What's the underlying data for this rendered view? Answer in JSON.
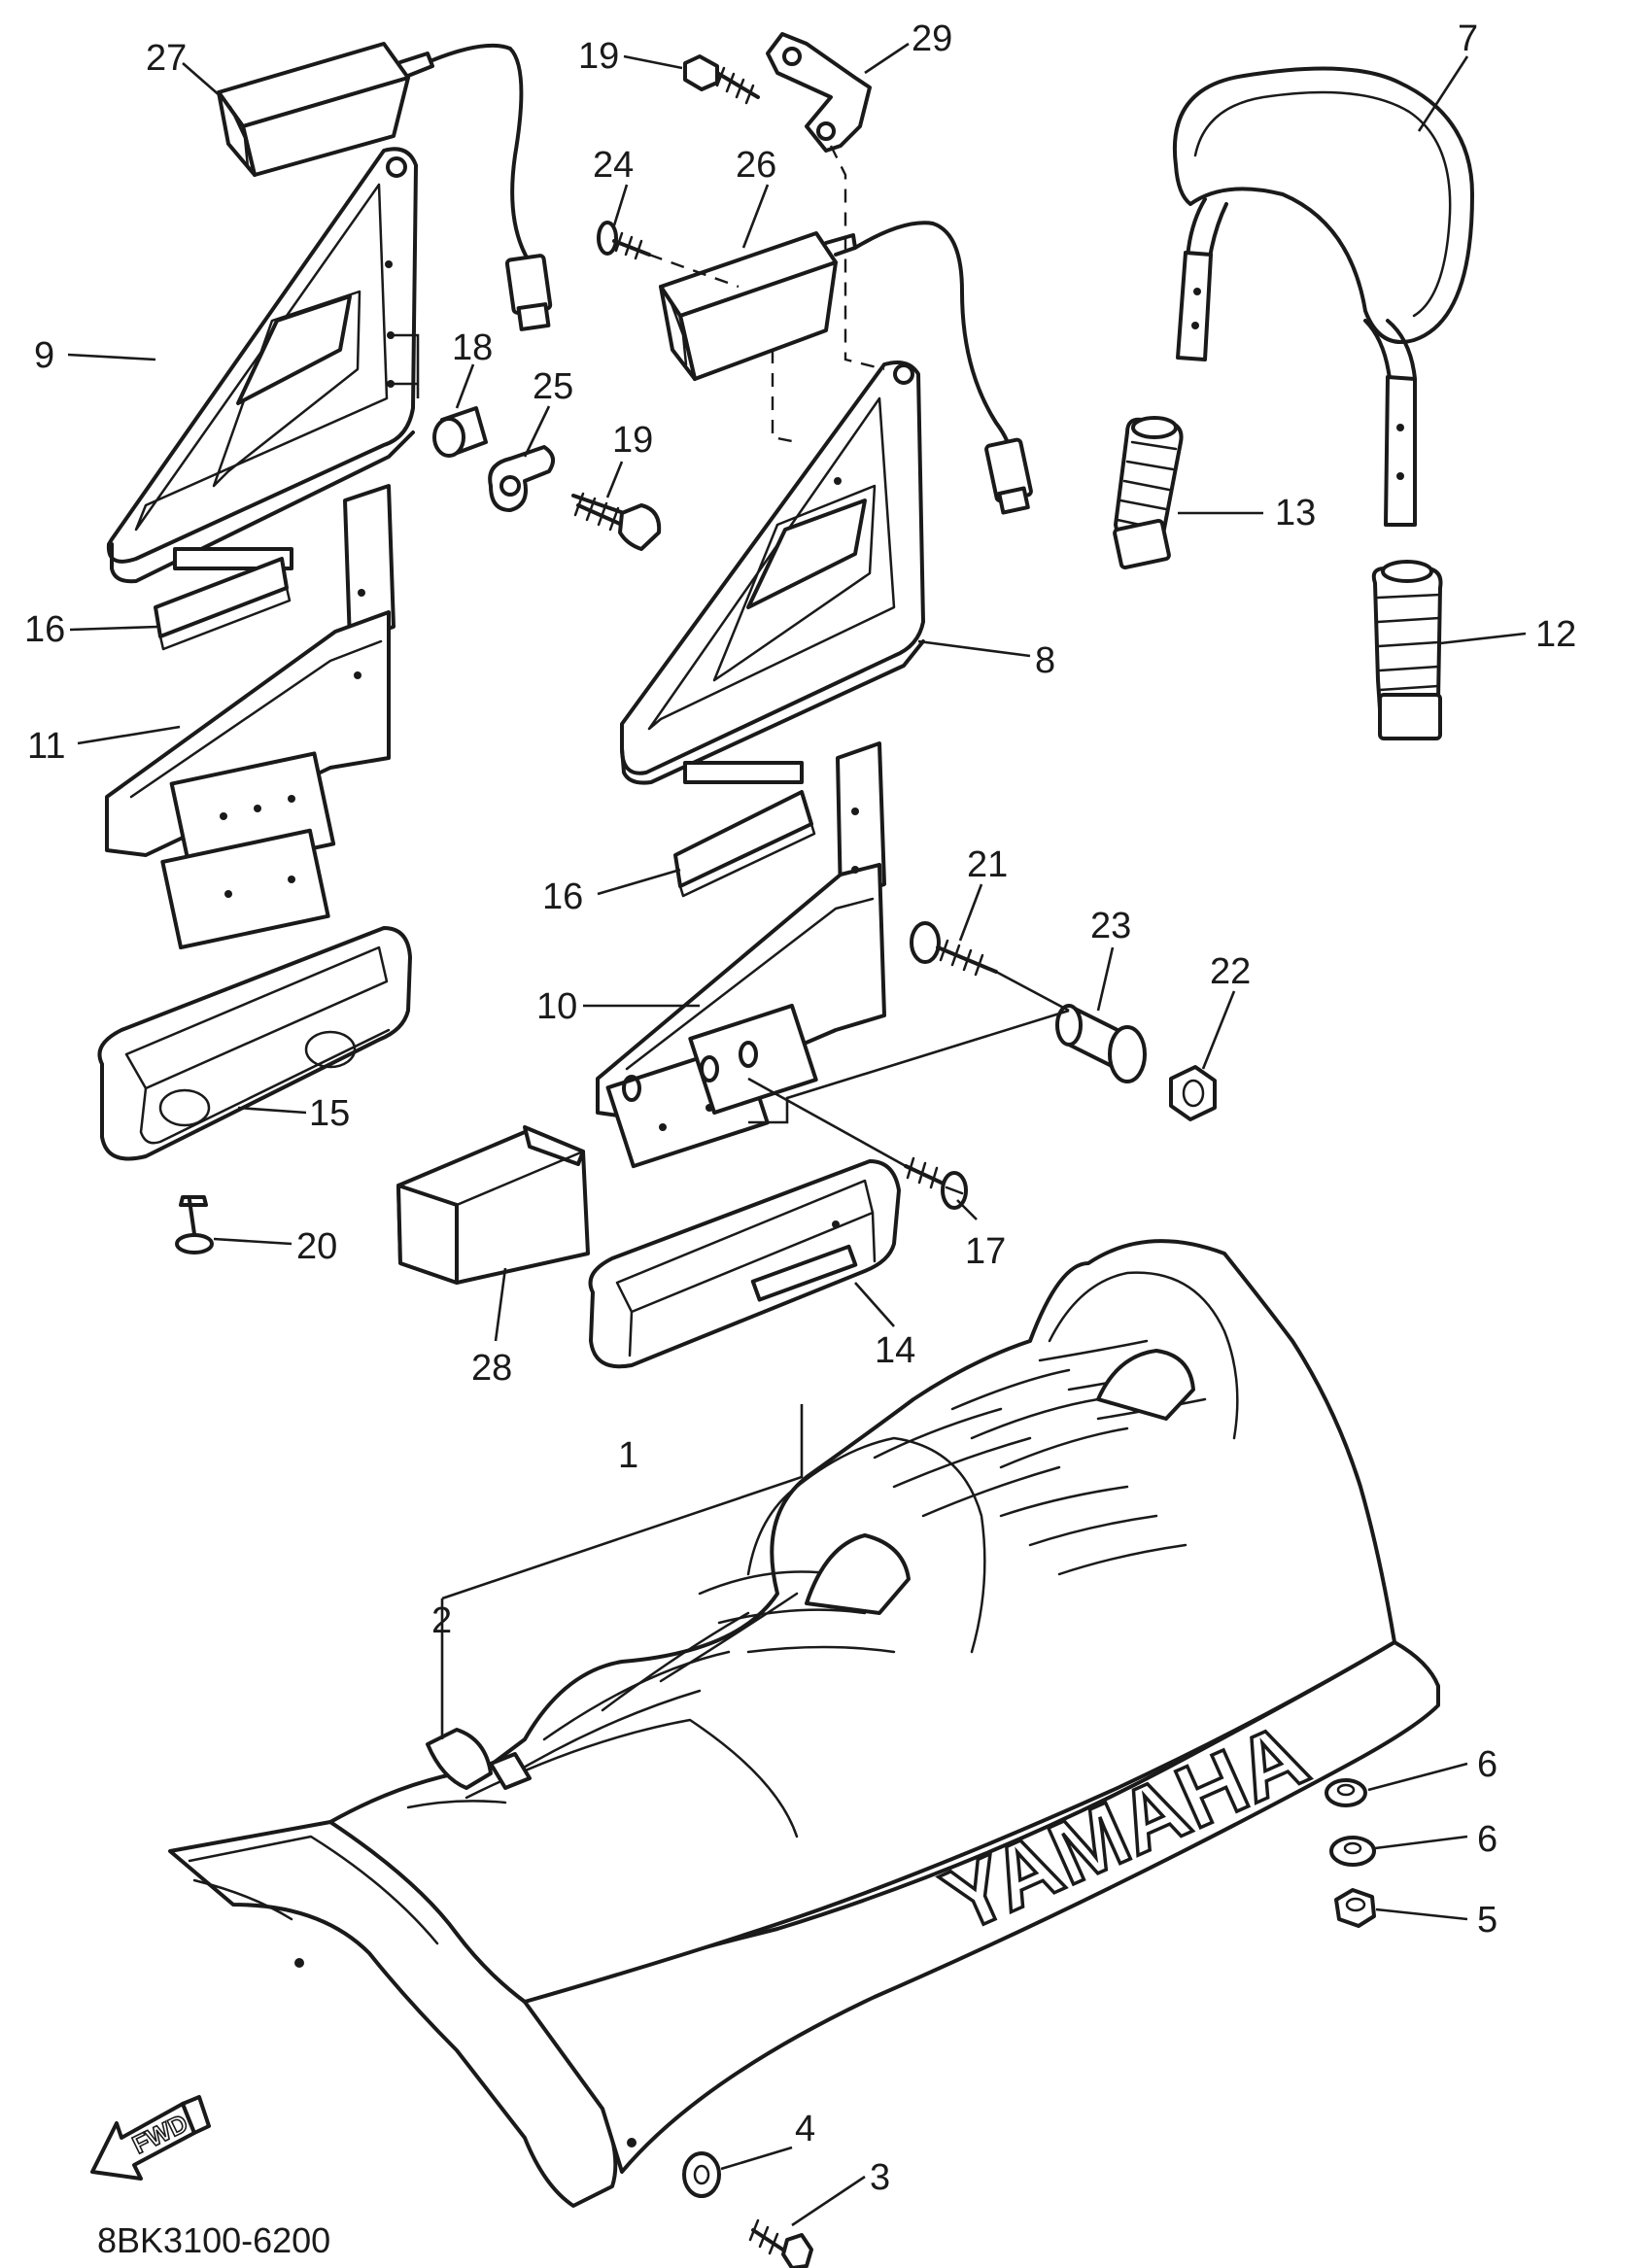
{
  "diagram": {
    "part_code": "8BK3100-6200",
    "brand_mark": "YAMAHA",
    "direction_mark": "FWD",
    "callouts": [
      {
        "id": "c1",
        "text": "1"
      },
      {
        "id": "c2",
        "text": "2"
      },
      {
        "id": "c3",
        "text": "3"
      },
      {
        "id": "c4",
        "text": "4"
      },
      {
        "id": "c5",
        "text": "5"
      },
      {
        "id": "c6a",
        "text": "6"
      },
      {
        "id": "c6b",
        "text": "6"
      },
      {
        "id": "c7",
        "text": "7"
      },
      {
        "id": "c8",
        "text": "8"
      },
      {
        "id": "c9",
        "text": "9"
      },
      {
        "id": "c10",
        "text": "10"
      },
      {
        "id": "c11",
        "text": "11"
      },
      {
        "id": "c12",
        "text": "12"
      },
      {
        "id": "c13",
        "text": "13"
      },
      {
        "id": "c14",
        "text": "14"
      },
      {
        "id": "c15",
        "text": "15"
      },
      {
        "id": "c16a",
        "text": "16"
      },
      {
        "id": "c16b",
        "text": "16"
      },
      {
        "id": "c17",
        "text": "17"
      },
      {
        "id": "c18",
        "text": "18"
      },
      {
        "id": "c19a",
        "text": "19"
      },
      {
        "id": "c19b",
        "text": "19"
      },
      {
        "id": "c20",
        "text": "20"
      },
      {
        "id": "c21",
        "text": "21"
      },
      {
        "id": "c22",
        "text": "22"
      },
      {
        "id": "c23",
        "text": "23"
      },
      {
        "id": "c24",
        "text": "24"
      },
      {
        "id": "c25",
        "text": "25"
      },
      {
        "id": "c26",
        "text": "26"
      },
      {
        "id": "c27",
        "text": "27"
      },
      {
        "id": "c28",
        "text": "28"
      },
      {
        "id": "c29",
        "text": "29"
      }
    ]
  }
}
